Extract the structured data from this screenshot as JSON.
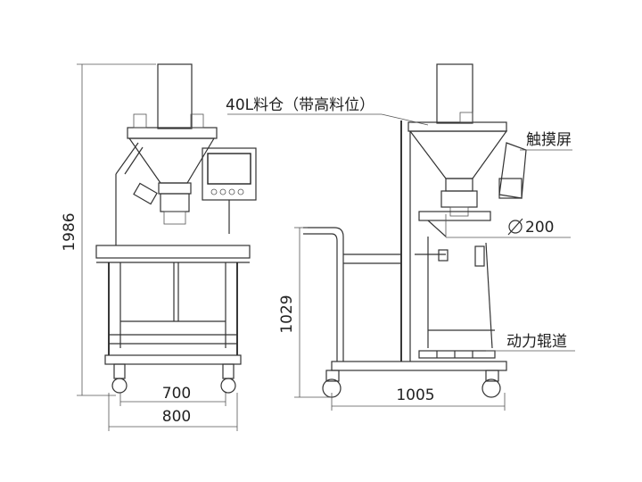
{
  "dimensions": {
    "total_height": "1986",
    "inner_width": "700",
    "total_width": "800",
    "side_height": "1029",
    "side_length": "1005"
  },
  "labels": {
    "hopper": "40L料仓（带高料位）",
    "touch_screen": "触摸屏",
    "diameter": "200",
    "roller_conveyor": "动力辊道"
  },
  "icons": {
    "diameter_symbol": "diameter-icon"
  },
  "colors": {
    "line": "#333333",
    "screen": "#222222"
  }
}
